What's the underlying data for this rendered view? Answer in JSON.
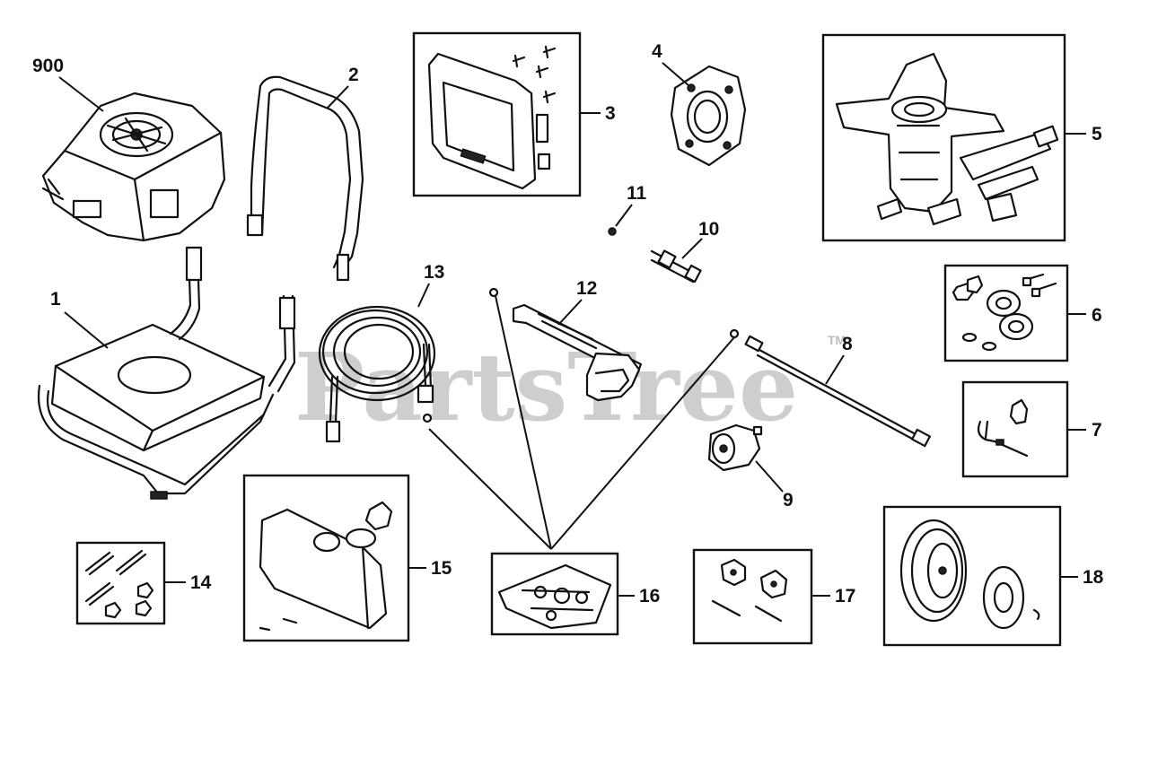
{
  "diagram": {
    "watermark": "PartsTree",
    "trademark": "TM",
    "callouts": {
      "p900": "900",
      "p1": "1",
      "p2": "2",
      "p3": "3",
      "p4": "4",
      "p5": "5",
      "p6": "6",
      "p7": "7",
      "p8": "8",
      "p9": "9",
      "p10": "10",
      "p11": "11",
      "p12": "12",
      "p13": "13",
      "p14": "14",
      "p15": "15",
      "p16": "16",
      "p17": "17",
      "p18": "18"
    }
  }
}
